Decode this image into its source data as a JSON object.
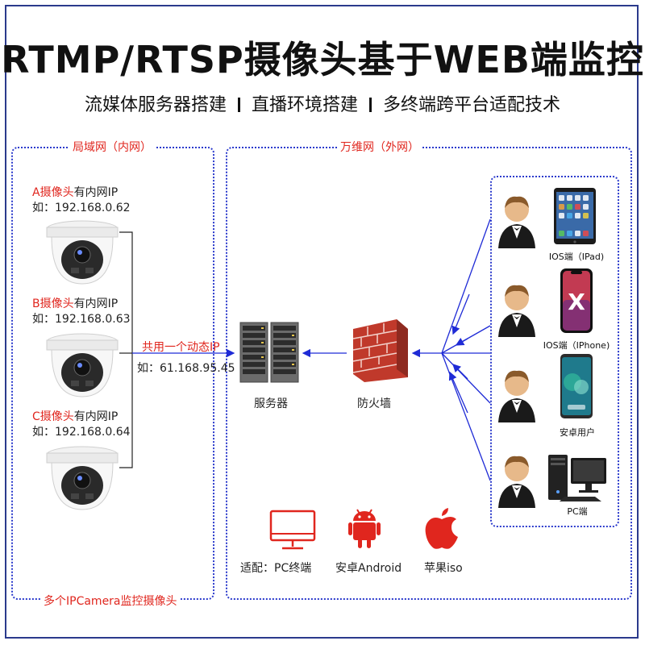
{
  "title": "RTMP/RTSP摄像头基于WEB端监控",
  "subtitle": {
    "part1": "流媒体服务器搭建",
    "part2": "直播环境搭建",
    "part3": "多终端跨平台适配技术"
  },
  "lan": {
    "label": "局域网（内网）",
    "footer": "多个IPCamera监控摄像头",
    "cameras": [
      {
        "name_red": "A摄像头",
        "name_rest": "有内网IP",
        "ip": "如：192.168.0.62"
      },
      {
        "name_red": "B摄像头",
        "name_rest": "有内网IP",
        "ip": "如：192.168.0.63"
      },
      {
        "name_red": "C摄像头",
        "name_rest": "有内网IP",
        "ip": "如：192.168.0.64"
      }
    ],
    "shared_ip_label": "共用一个动态IP",
    "shared_ip_value": "如：61.168.95.45"
  },
  "wan": {
    "label": "万维网（外网）",
    "server_label": "服务器",
    "firewall_label": "防火墙",
    "devices": [
      {
        "label": "IOS端（IPad)",
        "icon": "ipad-icon"
      },
      {
        "label": "IOS端（IPhone)",
        "icon": "iphone-icon"
      },
      {
        "label": "安卓用户",
        "icon": "android-phone-icon"
      },
      {
        "label": "PC端",
        "icon": "pc-icon"
      }
    ],
    "adapt": {
      "pc": "适配：PC终端",
      "android": "安卓Android",
      "apple": "苹果iso"
    }
  },
  "colors": {
    "accent_red": "#e0261e",
    "line_blue": "#1f2bd6",
    "frame_blue": "#2b3a8c"
  }
}
